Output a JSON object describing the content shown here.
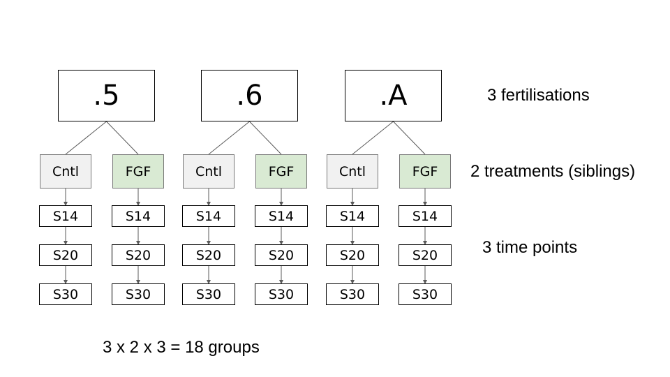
{
  "fertilisations": [
    {
      "label": ".5",
      "treatments": [
        {
          "label": "Cntl",
          "kind": "cntl",
          "timepoints": [
            "S14",
            "S20",
            "S30"
          ]
        },
        {
          "label": "FGF",
          "kind": "fgf",
          "timepoints": [
            "S14",
            "S20",
            "S30"
          ]
        }
      ]
    },
    {
      "label": ".6",
      "treatments": [
        {
          "label": "Cntl",
          "kind": "cntl",
          "timepoints": [
            "S14",
            "S20",
            "S30"
          ]
        },
        {
          "label": "FGF",
          "kind": "fgf",
          "timepoints": [
            "S14",
            "S20",
            "S30"
          ]
        }
      ]
    },
    {
      "label": ".A",
      "treatments": [
        {
          "label": "Cntl",
          "kind": "cntl",
          "timepoints": [
            "S14",
            "S20",
            "S30"
          ]
        },
        {
          "label": "FGF",
          "kind": "fgf",
          "timepoints": [
            "S14",
            "S20",
            "S30"
          ]
        }
      ]
    }
  ],
  "annotations": {
    "fertilisations": "3 fertilisations",
    "treatments": "2 treatments (siblings)",
    "time_points": "3 time points",
    "total": "3 x 2 x 3 = 18 groups"
  },
  "colors": {
    "cntl_fill": "#f1f1f1",
    "fgf_fill": "#d9ead3",
    "connector": "#595959"
  }
}
